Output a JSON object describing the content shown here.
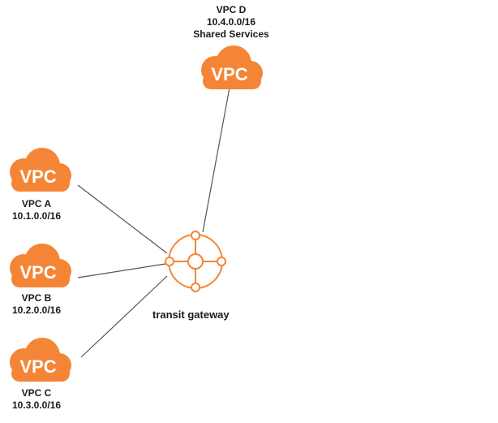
{
  "colors": {
    "vpc_orange": "#F58536",
    "line": "#555555",
    "tgw_stroke": "#F58536"
  },
  "vpcs": [
    {
      "id": "vpc-d",
      "name": "VPC D",
      "cidr": "10.4.0.0/16",
      "desc": "Shared Services",
      "icon_text": "VPC",
      "icon": "vpc-cloud-icon"
    },
    {
      "id": "vpc-a",
      "name": "VPC A",
      "cidr": "10.1.0.0/16",
      "icon_text": "VPC",
      "icon": "vpc-cloud-icon"
    },
    {
      "id": "vpc-b",
      "name": "VPC B",
      "cidr": "10.2.0.0/16",
      "icon_text": "VPC",
      "icon": "vpc-cloud-icon"
    },
    {
      "id": "vpc-c",
      "name": "VPC C",
      "cidr": "10.3.0.0/16",
      "icon_text": "VPC",
      "icon": "vpc-cloud-icon"
    }
  ],
  "transit_gateway": {
    "label": "transit gateway",
    "icon": "transit-gateway-icon"
  },
  "connections": [
    {
      "from": "vpc-d",
      "to": "transit-gateway"
    },
    {
      "from": "vpc-a",
      "to": "transit-gateway"
    },
    {
      "from": "vpc-b",
      "to": "transit-gateway"
    },
    {
      "from": "vpc-c",
      "to": "transit-gateway"
    }
  ]
}
